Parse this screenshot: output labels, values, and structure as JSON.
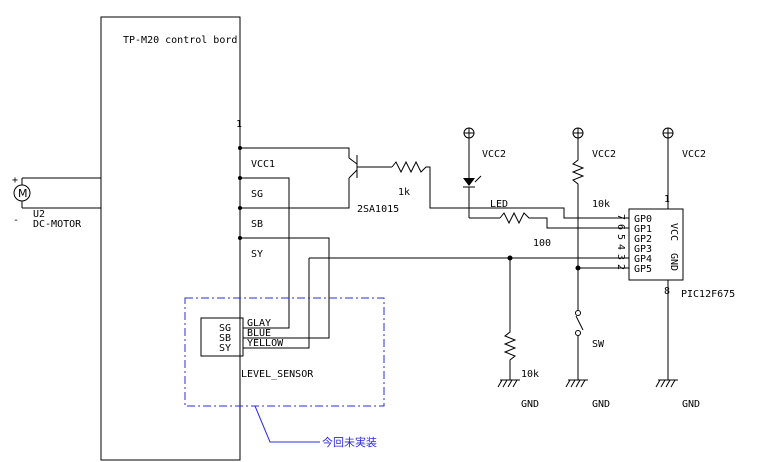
{
  "board": {
    "title": "TP-M20 control bord"
  },
  "board_pins": {
    "pin1": "1",
    "vcc1": "VCC1",
    "sg": "SG",
    "sb": "SB",
    "sy": "SY"
  },
  "motor": {
    "ref": "U2",
    "name": "DC-MOTOR",
    "plus": "+",
    "minus": "-",
    "symbol": "M"
  },
  "transistor": {
    "name": "2SA1015"
  },
  "resistors": {
    "r1k": "1k",
    "r100": "100",
    "r10k_pullup": "10k",
    "r10k_gnd": "10k"
  },
  "led": {
    "name": "LED"
  },
  "power": {
    "vcc_label": "VCC2",
    "gnd_label": "GND"
  },
  "switch": {
    "name": "SW"
  },
  "mcu": {
    "name": "PIC12F675",
    "pins_left": [
      "GP0",
      "GP1",
      "GP2",
      "GP3",
      "GP4",
      "GP5"
    ],
    "pin_numbers": [
      "7",
      "6",
      "5",
      "4",
      "3",
      "2"
    ],
    "vcc": "VCC",
    "gnd": "GND",
    "pin_vcc": "1",
    "pin_gnd": "8"
  },
  "sensor": {
    "name": "LEVEL_SENSOR",
    "pins": [
      "SG",
      "SB",
      "SY"
    ],
    "wires": [
      "GLAY",
      "BLUE",
      "YELLOW"
    ]
  },
  "note": {
    "text": "今回未実装",
    "color": "#2b2bd6"
  }
}
